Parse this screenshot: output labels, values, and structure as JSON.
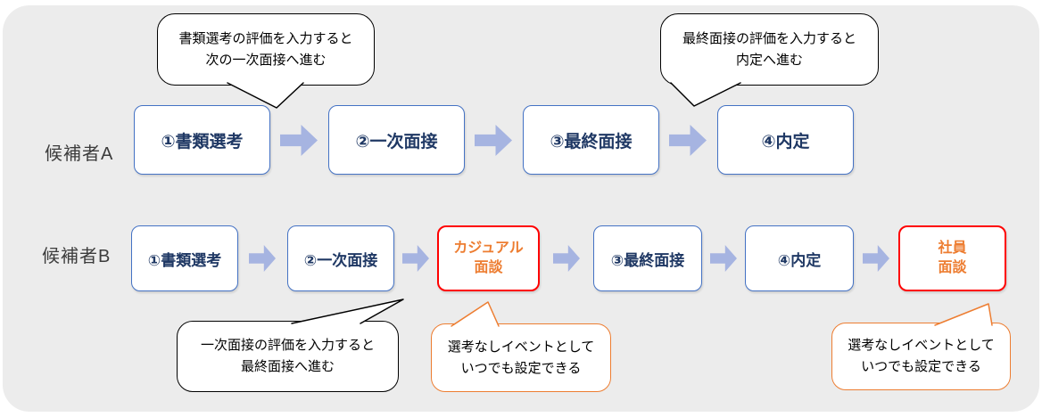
{
  "colors": {
    "panel_bg": "#ECECEC",
    "step_border_blue": "#4472C4",
    "step_text_navy": "#1F3864",
    "event_border_red": "#FF0000",
    "event_text_orange": "#ED7D31",
    "arrow_fill": "#A6B4E1",
    "callout_border_black": "#000000",
    "callout_border_orange": "#ED7D31"
  },
  "rows": [
    {
      "label": "候補者A",
      "steps": [
        {
          "text": "①書類選考"
        },
        {
          "text": "②一次面接"
        },
        {
          "text": "③最終面接"
        },
        {
          "text": "④内定"
        }
      ]
    },
    {
      "label": "候補者B",
      "steps": [
        {
          "text": "①書類選考"
        },
        {
          "text": "②一次面接"
        },
        {
          "text": "カジュアル\n面談"
        },
        {
          "text": "③最終面接"
        },
        {
          "text": "④内定"
        },
        {
          "text": "社員\n面談"
        }
      ]
    }
  ],
  "callouts": [
    {
      "text": "書類選考の評価を入力すると\n次の一次面接へ進む"
    },
    {
      "text": "最終面接の評価を入力すると\n内定へ進む"
    },
    {
      "text": "一次面接の評価を入力すると\n最終面接へ進む"
    },
    {
      "text": "選考なしイベントとして\nいつでも設定できる"
    },
    {
      "text": "選考なしイベントとして\nいつでも設定できる"
    }
  ]
}
